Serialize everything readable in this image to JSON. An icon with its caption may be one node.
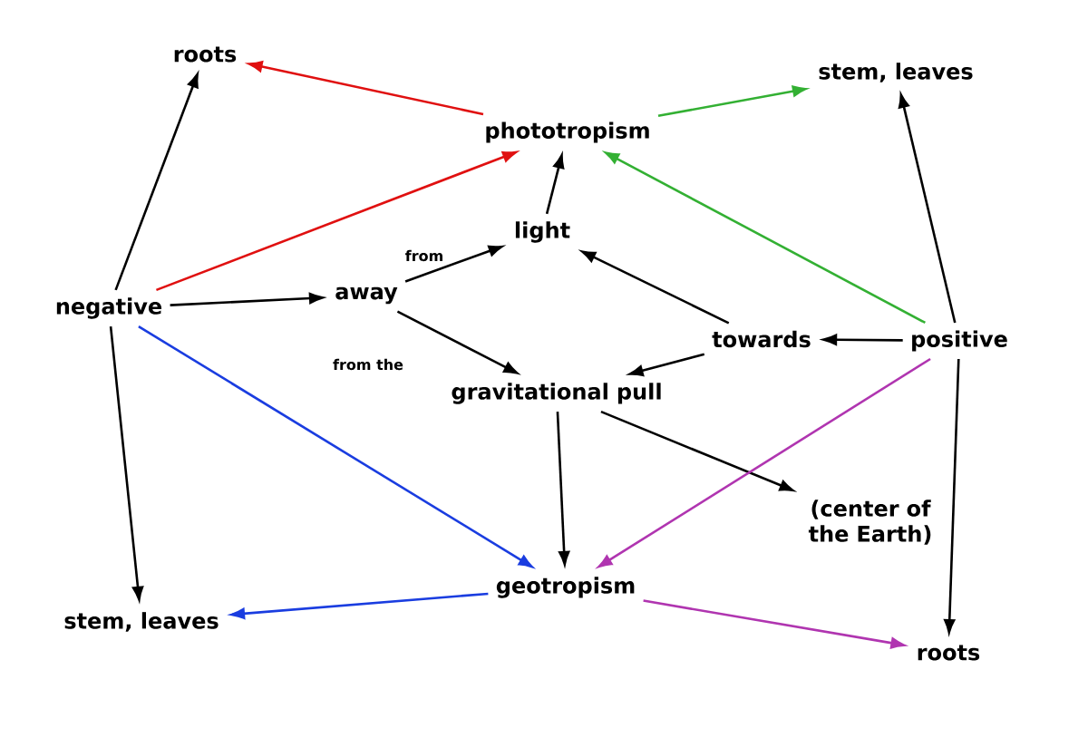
{
  "diagram": {
    "nodes": [
      {
        "text": [
          "roots"
        ]
      },
      {
        "text": [
          "phototropism"
        ]
      },
      {
        "text": [
          "stem, leaves"
        ]
      },
      {
        "text": [
          "light"
        ]
      },
      {
        "text": [
          "negative"
        ]
      },
      {
        "text": [
          "away"
        ]
      },
      {
        "text": [
          "towards"
        ]
      },
      {
        "text": [
          "positive"
        ]
      },
      {
        "text": [
          "gravitational pull"
        ]
      },
      {
        "text": [
          "(center of the Earth)"
        ]
      },
      {
        "text": [
          "geotropism"
        ]
      },
      {
        "text": [
          "stem, leaves"
        ]
      },
      {
        "text": [
          "roots"
        ]
      }
    ],
    "edges": [
      {
        "from": 4,
        "to": 0,
        "arrow": "to"
      },
      {
        "from": 4,
        "to": 1,
        "arrow": "to",
        "color": "#e01010"
      },
      {
        "from": 1,
        "to": 0,
        "arrow": "to",
        "color": "#e01010"
      },
      {
        "from": 1,
        "to": 2,
        "arrow": "to",
        "color": "#33b033"
      },
      {
        "from": 7,
        "to": 1,
        "arrow": "to",
        "color": "#33b033"
      },
      {
        "from": 7,
        "to": 2,
        "arrow": "to"
      },
      {
        "from": 4,
        "to": 5,
        "arrow": "to"
      },
      {
        "from": 5,
        "to": 3,
        "arrow": "to",
        "label": "from"
      },
      {
        "from": 5,
        "to": 8,
        "arrow": "to",
        "label": "from the"
      },
      {
        "from": 3,
        "to": 1,
        "arrow": "to"
      },
      {
        "from": 6,
        "to": 3,
        "arrow": "to"
      },
      {
        "from": 6,
        "to": 8,
        "arrow": "to"
      },
      {
        "from": 7,
        "to": 6,
        "arrow": "to"
      },
      {
        "from": 8,
        "to": 10,
        "arrow": "to"
      },
      {
        "from": 8,
        "to": 9,
        "arrow": "to"
      },
      {
        "from": 4,
        "to": 10,
        "arrow": "to",
        "color": "#1a3de0"
      },
      {
        "from": 4,
        "to": 11,
        "arrow": "to"
      },
      {
        "from": 7,
        "to": 10,
        "arrow": "to",
        "color": "#b035b0"
      },
      {
        "from": 7,
        "to": 12,
        "arrow": "to"
      },
      {
        "from": 10,
        "to": 11,
        "arrow": "to",
        "color": "#1a3de0"
      },
      {
        "from": 10,
        "to": 12,
        "arrow": "to",
        "color": "#b035b0"
      }
    ]
  }
}
